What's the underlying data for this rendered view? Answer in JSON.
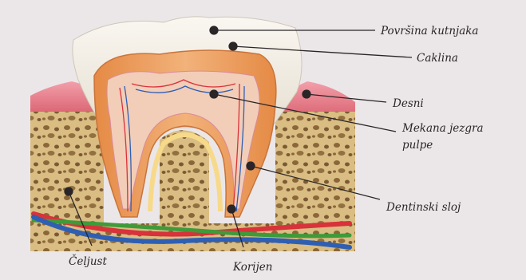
{
  "labels": {
    "crown_surface": "Površina kutnjaka",
    "enamel": "Caklina",
    "gum": "Desni",
    "pulp_line1": "Mekana jezgra",
    "pulp_line2": "pulpe",
    "dentin": "Dentinski sloj",
    "jaw": "Čeljust",
    "root": "Korijen"
  },
  "colors": {
    "background": "#ffffff",
    "panel": "#ebe7e9",
    "bone": "#d6b97e",
    "bone_pore": "#7b5a33",
    "enamel": "#f2ede4",
    "dentin": "#e89a52",
    "pulp": "#f2cdb8",
    "gum": "#e26f7c",
    "artery": "#d8323a",
    "vein": "#2f5fb3",
    "nerve": "#3f9a3a",
    "leader_line": "#2a2628"
  }
}
